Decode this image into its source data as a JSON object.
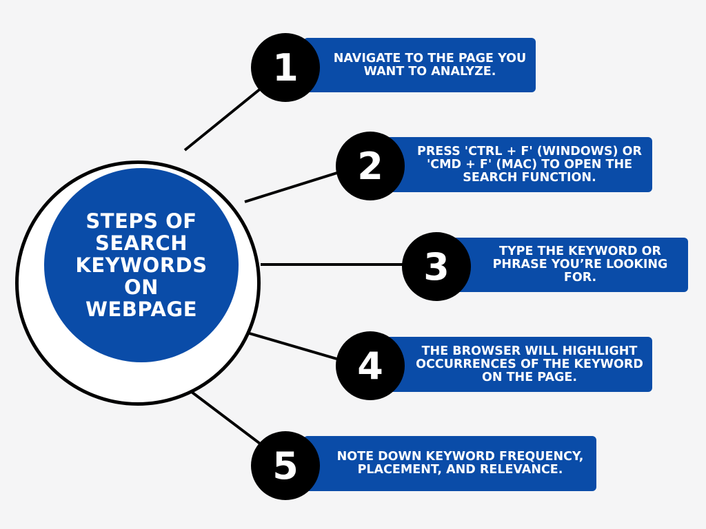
{
  "hub": {
    "title": "STEPS OF SEARCH KEYWORDS ON WEBPAGE"
  },
  "steps": [
    {
      "number": "1",
      "text": "NAVIGATE TO THE PAGE YOU WANT TO ANALYZE."
    },
    {
      "number": "2",
      "text": "PRESS 'CTRL + F' (WINDOWS) OR 'CMD + F' (MAC) TO OPEN THE SEARCH FUNCTION."
    },
    {
      "number": "3",
      "text": "TYPE THE KEYWORD OR PHRASE YOU’RE LOOKING FOR."
    },
    {
      "number": "4",
      "text": "THE BROWSER WILL HIGHLIGHT OCCURRENCES OF THE KEYWORD ON THE PAGE."
    },
    {
      "number": "5",
      "text": "NOTE DOWN KEYWORD FREQUENCY, PLACEMENT, AND RELEVANCE."
    }
  ],
  "colors": {
    "background": "#f5f5f6",
    "accent_blue": "#0a4ca8",
    "badge": "#000000",
    "text_light": "#ffffff"
  }
}
